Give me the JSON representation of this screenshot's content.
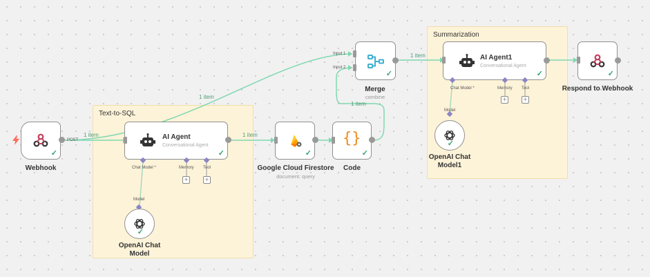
{
  "stickies": {
    "text_to_sql": "Text-to-SQL",
    "summarization": "Summarization"
  },
  "nodes": {
    "webhook": {
      "label": "Webhook",
      "output_label": "POST"
    },
    "ai_agent": {
      "title": "AI Agent",
      "subtitle": "Conversational Agent",
      "chat_model_label": "Chat Model *",
      "memory_label": "Memory",
      "tool_label": "Tool"
    },
    "openai_model": {
      "label": "OpenAI Chat Model",
      "port_label": "Model"
    },
    "firestore": {
      "label": "Google Cloud Firestore",
      "subtitle": "document: query"
    },
    "code": {
      "label": "Code",
      "icon_text": "{}"
    },
    "merge": {
      "label": "Merge",
      "subtitle": "combine",
      "input1": "Input 1",
      "input2": "Input 2"
    },
    "ai_agent1": {
      "title": "AI Agent1",
      "subtitle": "Conversational Agent",
      "chat_model_label": "Chat Model *",
      "memory_label": "Memory",
      "tool_label": "Tool"
    },
    "openai_model1": {
      "label": "OpenAI Chat Model1",
      "port_label": "Model"
    },
    "respond": {
      "label": "Respond to Webhook"
    }
  },
  "edges": {
    "webhook_agent": "1 item",
    "webhook_merge": "1 item",
    "agent_firestore": "1 item",
    "code_merge": "1 item",
    "merge_agent1": "1 item"
  },
  "plus_symbol": "+",
  "check_symbol": "✓",
  "colors": {
    "edge": "#7fd8b0",
    "check": "#35a26f",
    "sub_port": "#8c85c6",
    "sticky": "#fdf3d8"
  }
}
